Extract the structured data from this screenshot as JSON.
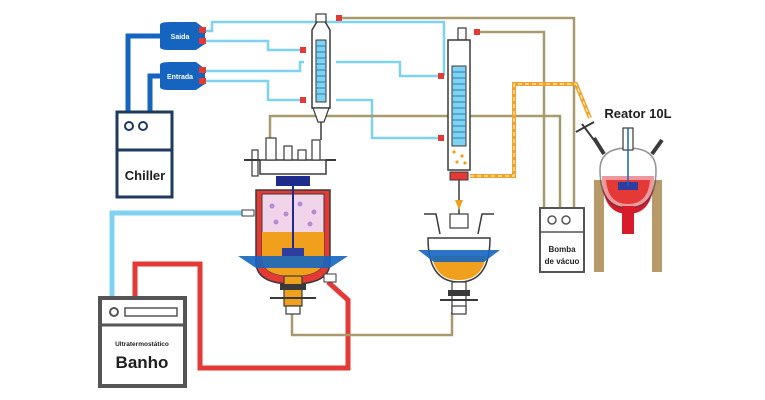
{
  "labels": {
    "saida": "Saida",
    "entrada": "Entrada",
    "chiller": "Chiller",
    "bath_subtitle": "Ultratermostático",
    "bath_title": "Banho",
    "vacuum_line1": "Bomba",
    "vacuum_line2": "de vácuo",
    "reactor": "Reator 10L"
  },
  "colors": {
    "chiller_pipe": "#1565c0",
    "coolant_line": "#7fd3f0",
    "hot_line": "#e53935",
    "vacuum_line": "#a89a6e",
    "orange_line": "#f0a22a",
    "liquid": "#f0a01c",
    "flask_liquid": "#d81b2b",
    "stand": "#b89a6a",
    "outline": "#3a3a3a"
  }
}
